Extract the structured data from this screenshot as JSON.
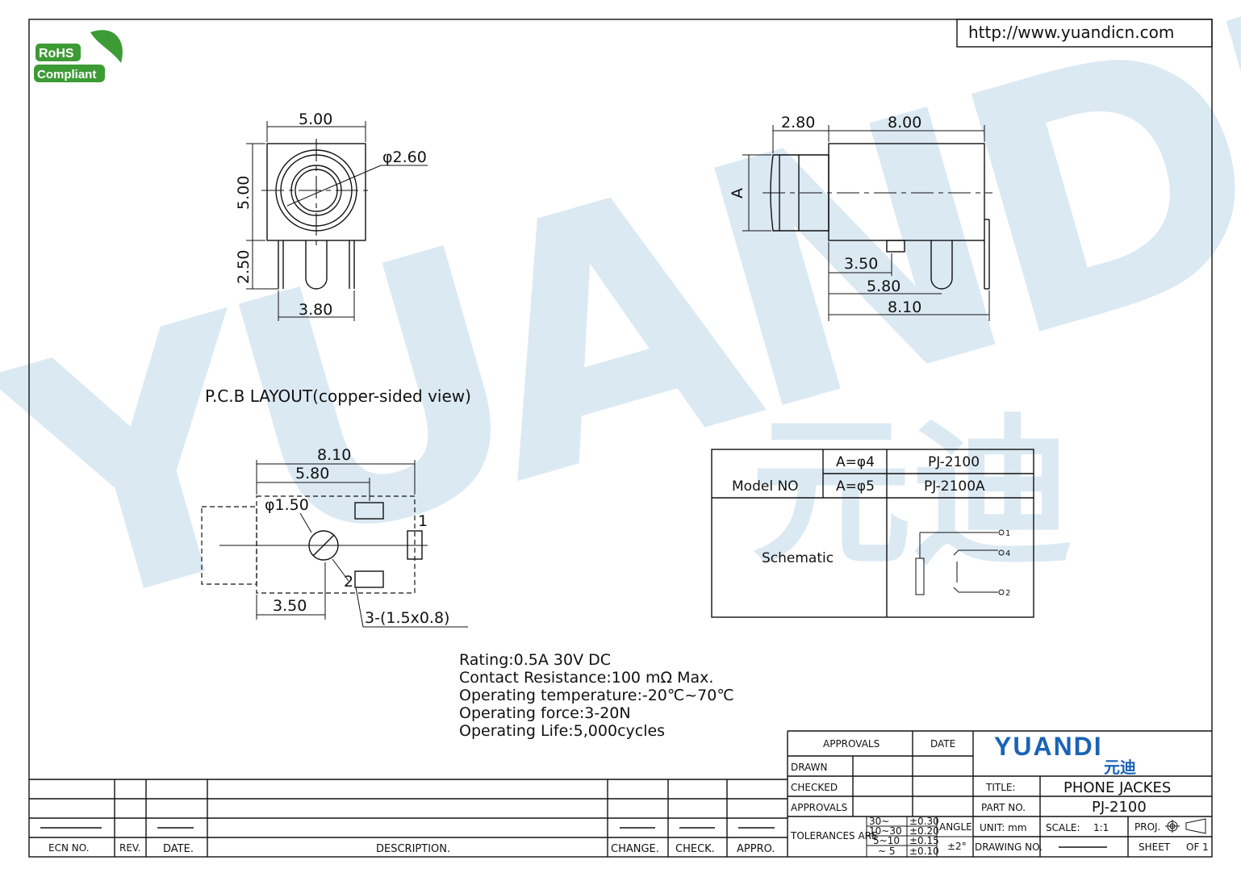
{
  "url": "http://www.yuandicn.com",
  "rohs": {
    "line1": "RoHS",
    "line2": "Compliant"
  },
  "watermark": {
    "latin": "YUANDI",
    "chinese": "元迪"
  },
  "front_view": {
    "width": "5.00",
    "height": "5.00",
    "diameter": "φ2.60",
    "pin_height": "2.50",
    "pin_span": "3.80"
  },
  "side_view": {
    "barrel": "2.80",
    "body": "8.00",
    "a_label": "A",
    "d1": "3.50",
    "d2": "5.80",
    "d3": "8.10"
  },
  "pcb": {
    "title": "P.C.B LAYOUT(copper-sided view)",
    "overall": "8.10",
    "pad_offset": "5.80",
    "hole": "φ1.50",
    "hole_offset": "3.50",
    "pads": "3-(1.5x0.8)",
    "pin1": "1",
    "pin2": "2"
  },
  "model_table": {
    "model_label": "Model NO",
    "rows": [
      {
        "a": "A=φ4",
        "part": "PJ-2100"
      },
      {
        "a": "A=φ5",
        "part": "PJ-2100A"
      }
    ],
    "schematic_label": "Schematic",
    "terminals": [
      "1",
      "4",
      "2"
    ]
  },
  "specs": [
    "Rating:0.5A 30V DC",
    "Contact Resistance:100 mΩ Max.",
    "Operating temperature:-20℃~70℃",
    "Operating force:3-20N",
    "Operating Life:5,000cycles"
  ],
  "revision_table": {
    "headers": [
      "ECN NO.",
      "REV.",
      "DATE.",
      "DESCRIPTION.",
      "CHANGE.",
      "CHECK.",
      "APPRO."
    ]
  },
  "title_block": {
    "approvals": "APPROVALS",
    "date": "DATE",
    "drawn": "DRAWN",
    "checked": "CHECKED",
    "approvals2": "APPROVALS",
    "tolerances": "TOLERANCES ARE",
    "tol_rows": [
      {
        "range": "30~",
        "value": "±0.30"
      },
      {
        "range": "10~30",
        "value": "±0.20"
      },
      {
        "range": "5~10",
        "value": "±0.15"
      },
      {
        "range": "~ 5",
        "value": "±0.10"
      }
    ],
    "angle": "ANGLE",
    "angle_value": "±2°",
    "logo": "YUANDI",
    "logo_cn": "元迪",
    "title_label": "TITLE:",
    "title_value": "PHONE JACKES",
    "part_label": "PART NO.",
    "part_value": "PJ-2100",
    "unit": "UNIT: mm",
    "scale_label": "SCALE:",
    "scale_value": "1:1",
    "proj": "PROJ.",
    "drawing_no": "DRAWING NO.",
    "sheet": "SHEET",
    "of": "OF 1"
  },
  "colors": {
    "watermark": "#cfe2f0",
    "logo": "#1a63b5",
    "rohs_green": "#3d9b35"
  }
}
